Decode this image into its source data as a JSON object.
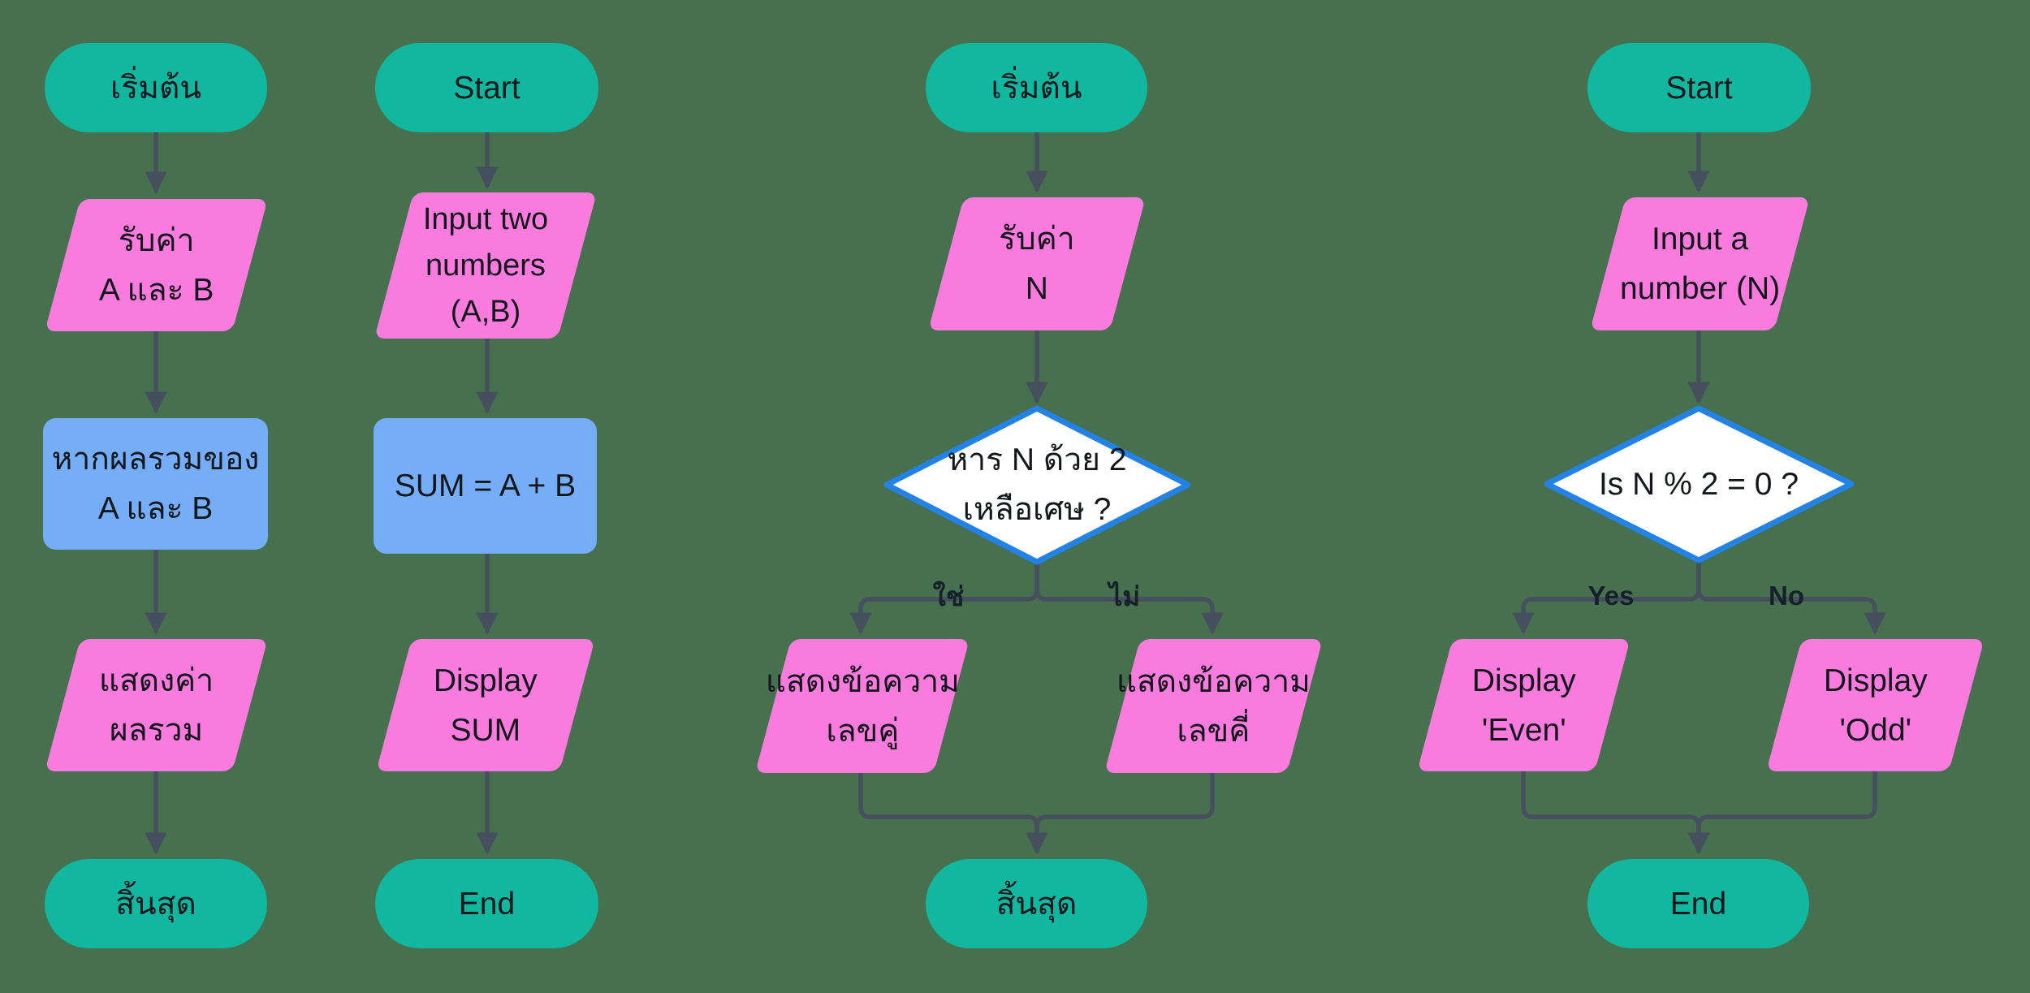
{
  "colors": {
    "background": "#47714e",
    "terminal": "#12b7a0",
    "io": "#f87bdd",
    "process": "#76adf7",
    "decision_fill": "#ffffff",
    "decision_border": "#2382e7",
    "connector": "#454f5d"
  },
  "charts": [
    {
      "name": "sum-flowchart-thai",
      "start": "เริ่มต้น",
      "input": [
        "รับค่า",
        "A และ B"
      ],
      "process": [
        "หากผลรวมของ",
        "A และ B"
      ],
      "output": [
        "แสดงค่า",
        "ผลรวม"
      ],
      "end": "สิ้นสุด"
    },
    {
      "name": "sum-flowchart-english",
      "start": "Start",
      "input": [
        "Input two",
        "numbers",
        "(A,B)"
      ],
      "process": [
        "SUM = A + B"
      ],
      "output": [
        "Display",
        "SUM"
      ],
      "end": "End"
    },
    {
      "name": "even-odd-flowchart-thai",
      "start": "เริ่มต้น",
      "input": [
        "รับค่า",
        "N"
      ],
      "decision": [
        "หาร N ด้วย 2",
        "เหลือเศษ ?"
      ],
      "yes_label": "ใช่",
      "no_label": "ไม่",
      "yes_output": [
        "แสดงข้อความ",
        "เลขคู่"
      ],
      "no_output": [
        "แสดงข้อความ",
        "เลขคี่"
      ],
      "end": "สิ้นสุด"
    },
    {
      "name": "even-odd-flowchart-english",
      "start": "Start",
      "input": [
        "Input a",
        "number (N)"
      ],
      "decision": [
        "Is N % 2 = 0 ?"
      ],
      "yes_label": "Yes",
      "no_label": "No",
      "yes_output": [
        "Display",
        "'Even'"
      ],
      "no_output": [
        "Display",
        "'Odd'"
      ],
      "end": "End"
    }
  ]
}
